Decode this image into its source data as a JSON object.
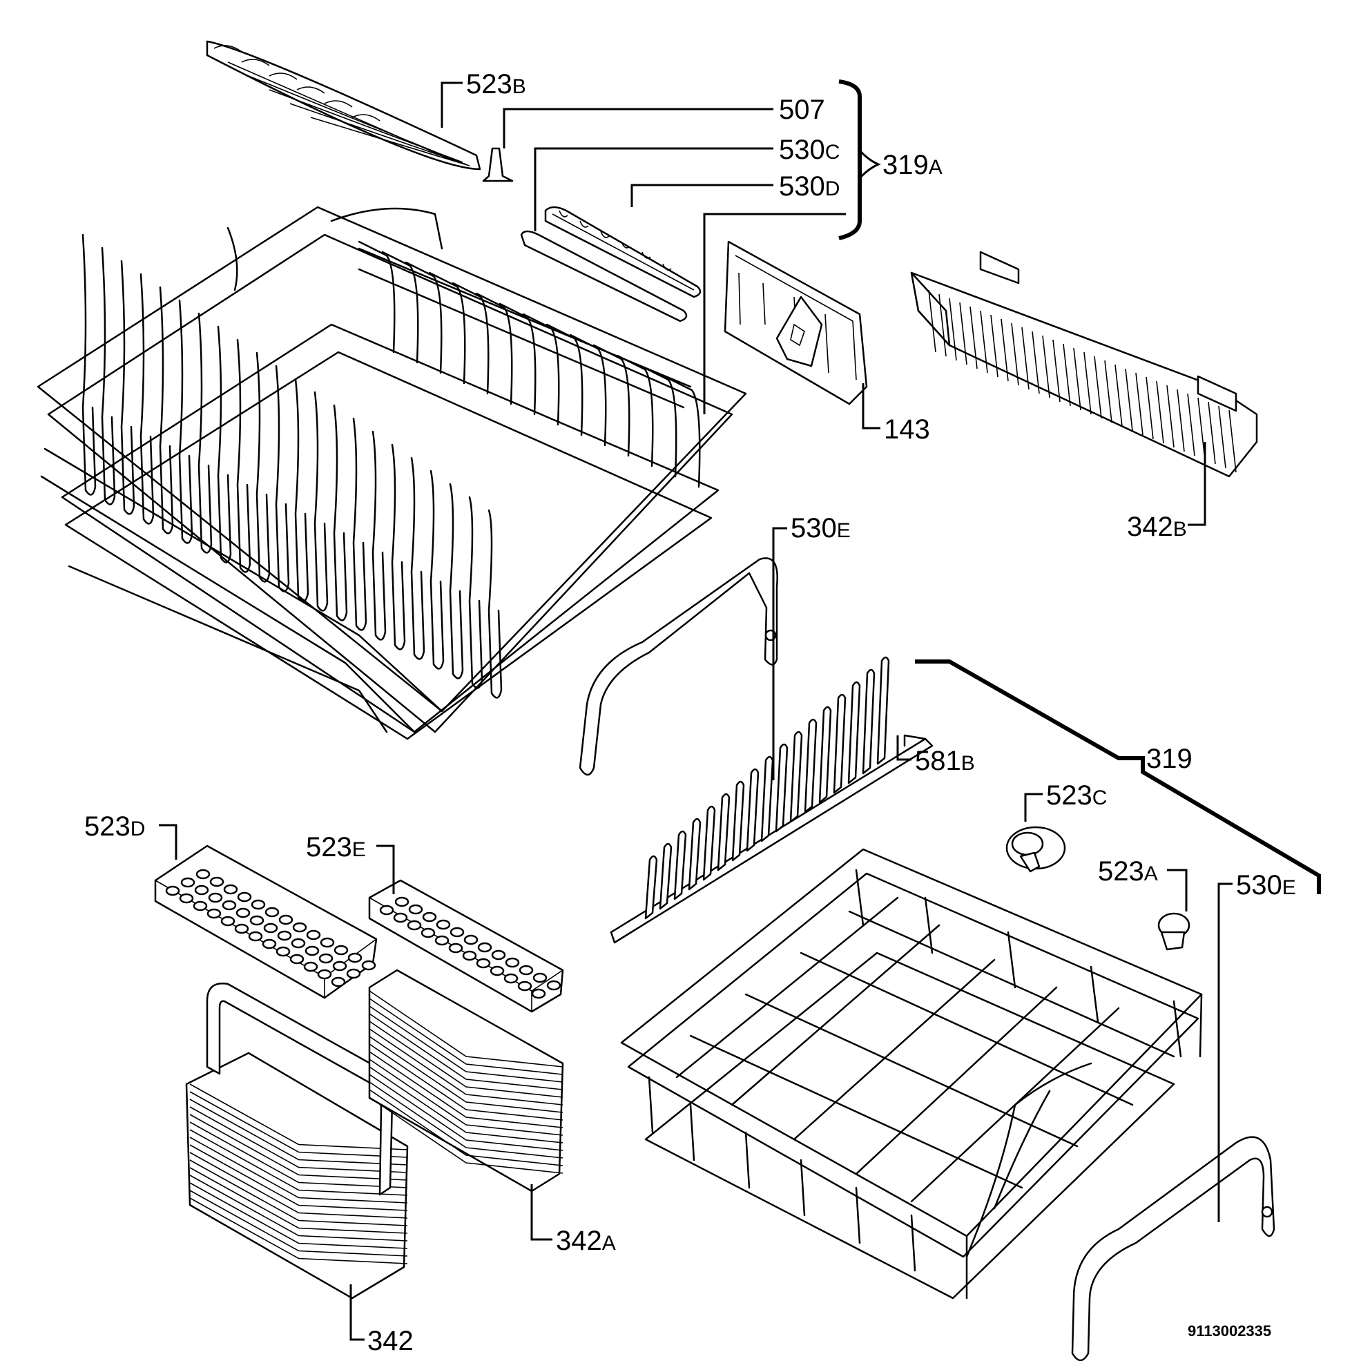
{
  "labels": {
    "l523b": {
      "num": "523",
      "suffix": "B"
    },
    "l507": {
      "num": "507",
      "suffix": ""
    },
    "l530c": {
      "num": "530",
      "suffix": "C"
    },
    "l530d": {
      "num": "530",
      "suffix": "D"
    },
    "l319a": {
      "num": "319",
      "suffix": "A"
    },
    "l143": {
      "num": "143",
      "suffix": ""
    },
    "l342b": {
      "num": "342",
      "suffix": "B"
    },
    "l530e_top": {
      "num": "530",
      "suffix": "E"
    },
    "l581b": {
      "num": "581",
      "suffix": "B"
    },
    "l319": {
      "num": "319",
      "suffix": ""
    },
    "l523c": {
      "num": "523",
      "suffix": "C"
    },
    "l523a": {
      "num": "523",
      "suffix": "A"
    },
    "l530e_right": {
      "num": "530",
      "suffix": "E"
    },
    "l523d": {
      "num": "523",
      "suffix": "D"
    },
    "l523e": {
      "num": "523",
      "suffix": "E"
    },
    "l342a": {
      "num": "342",
      "suffix": "A"
    },
    "l342": {
      "num": "342",
      "suffix": ""
    }
  },
  "document_number": "9113002335"
}
